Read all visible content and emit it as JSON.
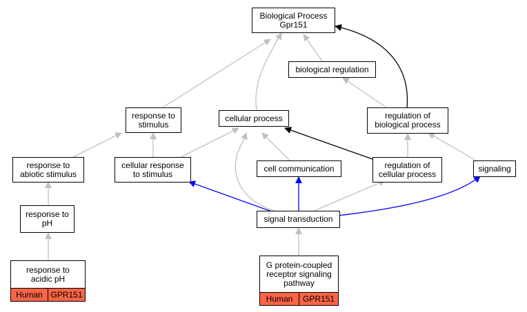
{
  "colors": {
    "gray_edge": "#c0c0c0",
    "black_edge": "#000000",
    "blue_edge": "#0000ff",
    "annotation_fill": "#fa6447"
  },
  "nodes": {
    "biological_process": {
      "label": "Biological Process\nGpr151"
    },
    "biological_regulation": {
      "label": "biological regulation"
    },
    "response_to_stimulus": {
      "label": "response to\nstimulus"
    },
    "cellular_process": {
      "label": "cellular process"
    },
    "regulation_of_biological_process": {
      "label": "regulation of\nbiological process"
    },
    "response_to_abiotic_stimulus": {
      "label": "response to\nabiotic stimulus"
    },
    "cellular_response_to_stimulus": {
      "label": "cellular response\nto stimulus"
    },
    "cell_communication": {
      "label": "cell communication"
    },
    "regulation_of_cellular_process": {
      "label": "regulation of\ncellular process"
    },
    "signaling": {
      "label": "signaling"
    },
    "response_to_ph": {
      "label": "response to\npH"
    },
    "signal_transduction": {
      "label": "signal transduction"
    },
    "response_to_acidic_ph": {
      "label": "response to\nacidic pH",
      "tags": [
        "Human",
        "GPR151"
      ]
    },
    "gpcr_signaling_pathway": {
      "label": "G protein-coupled\nreceptor signaling\npathway",
      "tags": [
        "Human",
        "GPR151"
      ]
    }
  }
}
